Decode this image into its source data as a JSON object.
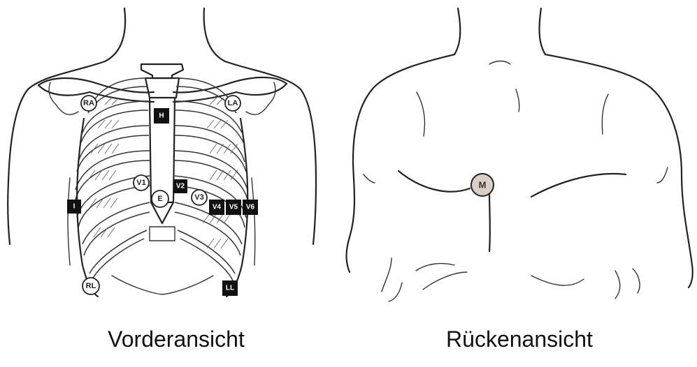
{
  "captions": {
    "front": "Vorderansicht",
    "back": "Rückenansicht"
  },
  "front_electrodes": {
    "RA": "RA",
    "LA": "LA",
    "H": "H",
    "V1": "V1",
    "V2": "V2",
    "E": "E",
    "V3": "V3",
    "V4": "V4",
    "V5": "V5",
    "V6": "V6",
    "I": "I",
    "RL": "RL",
    "LL": "LL"
  },
  "back_electrodes": {
    "M": "M"
  },
  "colors": {
    "line": "#222222",
    "marker_dark": "#111111",
    "marker_m_fill": "#d9cfc6"
  }
}
